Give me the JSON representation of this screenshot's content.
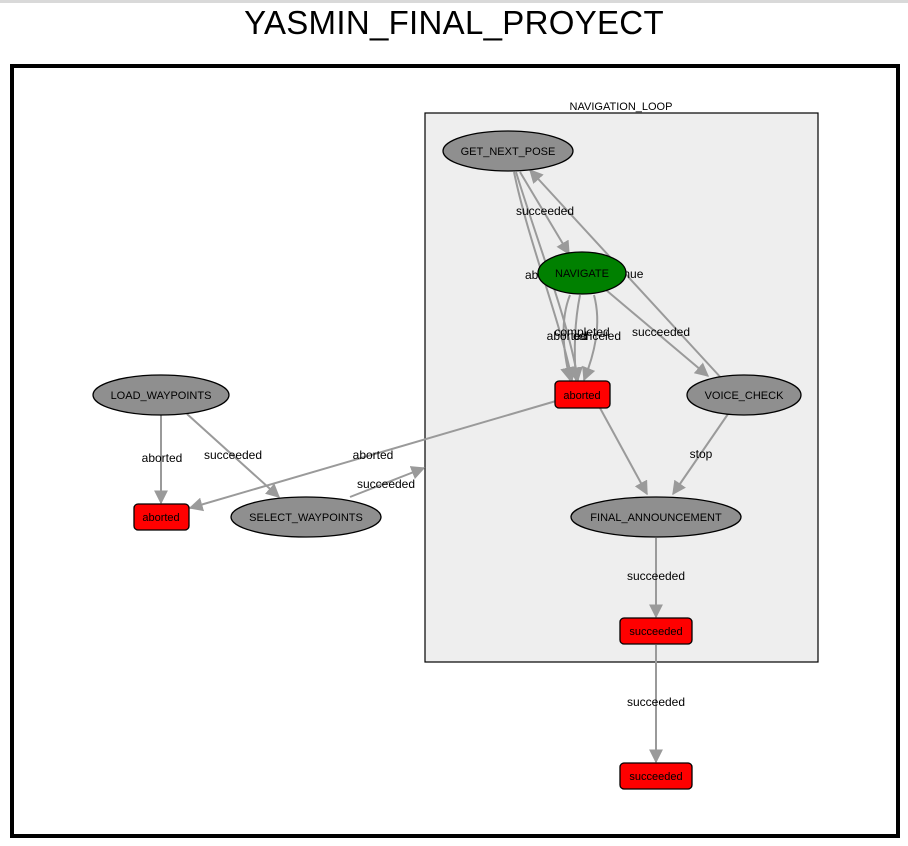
{
  "title": "YASMIN_FINAL_PROYECT",
  "colors": {
    "state_fill": "#8f8f8f",
    "active_fill": "#008000",
    "outcome_fill": "#ff0000",
    "edge": "#9a9a9a",
    "container_fill": "#eeeeee"
  },
  "container": {
    "label": "NAVIGATION_LOOP"
  },
  "states": {
    "load_waypoints": "LOAD_WAYPOINTS",
    "select_waypoints": "SELECT_WAYPOINTS",
    "get_next_pose": "GET_NEXT_POSE",
    "navigate": "NAVIGATE",
    "voice_check": "VOICE_CHECK",
    "final_announcement": "FINAL_ANNOUNCEMENT"
  },
  "outcomes": {
    "aborted_outer": "aborted",
    "aborted_inner": "aborted",
    "succeeded_inner": "succeeded",
    "succeeded_outer": "succeeded"
  },
  "edge_labels": {
    "load_aborted": "aborted",
    "load_succeeded": "succeeded",
    "select_succeeded": "succeeded",
    "loop_aborted": "aborted",
    "gnp_succeeded": "succeeded",
    "gnp_aborted": "aborted",
    "continue": "continue",
    "nav_aborted": "aborted",
    "nav_completed": "completed",
    "nav_canceled": "canceled",
    "nav_succeeded": "succeeded",
    "voice_stop": "stop",
    "final_succeeded": "succeeded",
    "loop_succeeded": "succeeded"
  }
}
